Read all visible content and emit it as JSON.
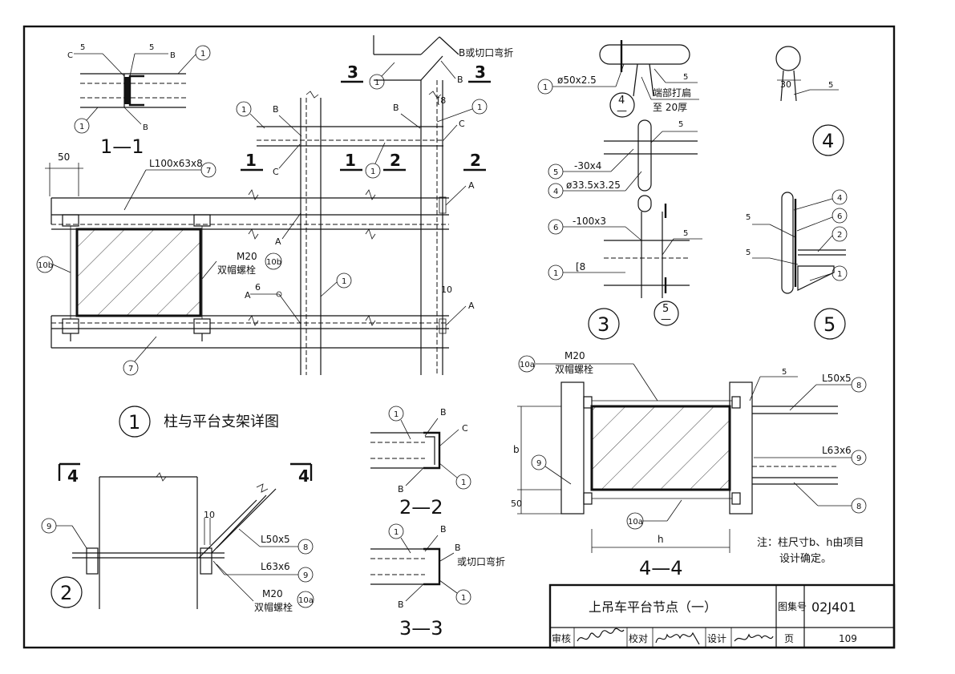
{
  "drawing": {
    "drawing_no": "02J401",
    "title": "上吊车平台节点（一）",
    "atlas_label": "图集号",
    "page_label": "页",
    "page_no": "109",
    "review_label": "审核",
    "check_label": "校对",
    "design_label": "设计",
    "note_line1": "注：柱尺寸b、h由项目",
    "note_line2": "设计确定。"
  },
  "detail1": {
    "number": "1",
    "title": "柱与平台支架详图",
    "angle_label": "L100x63x8",
    "bolt_label": "M20",
    "bolt_label2": "双帽螺栓",
    "dim_50": "50",
    "dim_10": "10",
    "weld_6": "6",
    "weld_5": "5",
    "sec_1": "1",
    "sec_2": "2",
    "sec_3": "3",
    "letter_A": "A",
    "letter_B": "B",
    "letter_C": "C",
    "channel": "[8",
    "bent_note": "B或切口弯折"
  },
  "sections": {
    "s11": "1—1",
    "s22": "2—2",
    "s33": "3—3",
    "s44": "4—4",
    "bent_note": "或切口弯折"
  },
  "detail2": {
    "number": "2",
    "cut": "4",
    "angle1": "L50x5",
    "angle2": "L63x6",
    "bolt": "M20",
    "bolt2": "双帽螺栓",
    "dim_10": "10"
  },
  "detail3": {
    "number": "3",
    "pipe1": "ø50x2.5",
    "flat_note1": "端部打扁",
    "flat_note2": "至 20厚",
    "plate1": "-30x4",
    "pipe2": "ø33.5x3.25",
    "plate2": "-100x3",
    "channel": "[8",
    "weld": "5",
    "ref4": "4",
    "ref5": "5",
    "ref_dash": "—"
  },
  "detail4": {
    "number": "4",
    "dim": "30",
    "weld": "5"
  },
  "detail5": {
    "number": "5",
    "weld": "5"
  },
  "section44": {
    "bolt": "M20",
    "bolt2": "双帽螺栓",
    "angle1": "L50x5",
    "angle2": "L63x6",
    "dim_b": "b",
    "dim_h": "h",
    "dim_50": "50",
    "weld": "5"
  },
  "callouts": {
    "c1": "1",
    "c2": "2",
    "c4": "4",
    "c5": "5",
    "c6": "6",
    "c7": "7",
    "c8": "8",
    "c9": "9",
    "c10a": "10a",
    "c10b": "10b"
  }
}
